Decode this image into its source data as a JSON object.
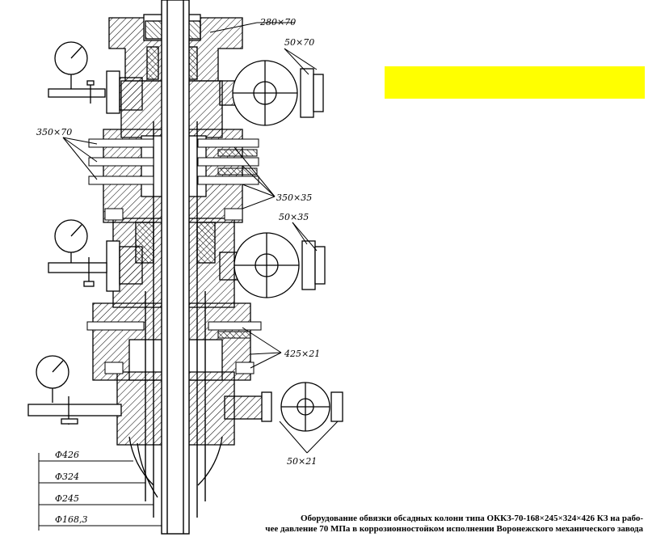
{
  "callouts": {
    "c1": "280×70",
    "c2": "50×70",
    "c3": "350×70",
    "c4": "350×35",
    "c5": "50×35",
    "c6": "425×21",
    "c7": "50×21"
  },
  "diameters": {
    "d1": "Φ426",
    "d2": "Φ324",
    "d3": "Φ245",
    "d4": "Φ168,3"
  },
  "caption": {
    "line1": "Оборудование обвязки обсадных колони типа ОККЗ-70-168×245×324×426 КЗ на рабо-",
    "line2": "чее давление 70 МПа в коррозионностойком исполнении Воронежского механического завода"
  },
  "colors": {
    "highlight": "#ffff00",
    "ink": "#000000"
  }
}
